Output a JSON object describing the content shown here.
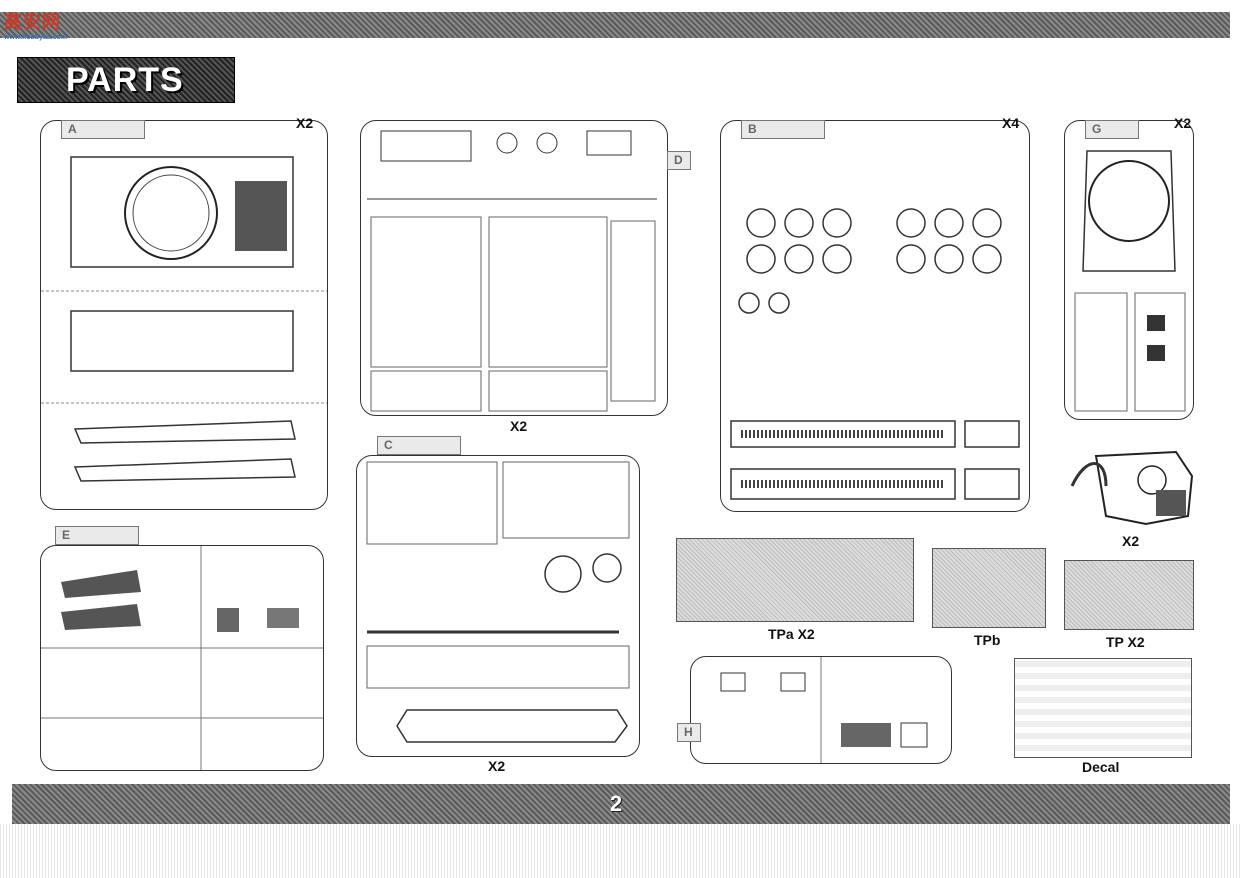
{
  "watermark": {
    "text": "高安网",
    "sub": "www.hobbyaa.com"
  },
  "header": {
    "title": "PARTS"
  },
  "sprues": [
    {
      "id": "A",
      "tag": "A",
      "count": "X2"
    },
    {
      "id": "D",
      "tag": "D",
      "count": "X2"
    },
    {
      "id": "B",
      "tag": "B",
      "count": "X4"
    },
    {
      "id": "G",
      "tag": "G",
      "count": "X2"
    },
    {
      "id": "E",
      "tag": "E",
      "count": ""
    },
    {
      "id": "C",
      "tag": "C",
      "count": "X2"
    },
    {
      "id": "turret",
      "tag": "",
      "count": "X2"
    },
    {
      "id": "TPa",
      "tag": "",
      "count": "TPa X2"
    },
    {
      "id": "TPb",
      "tag": "",
      "count": "TPb"
    },
    {
      "id": "TP",
      "tag": "",
      "count": "TP X2"
    },
    {
      "id": "H",
      "tag": "H",
      "count": ""
    }
  ],
  "decal": {
    "label": "Decal"
  },
  "footer": {
    "page_number": "2"
  }
}
